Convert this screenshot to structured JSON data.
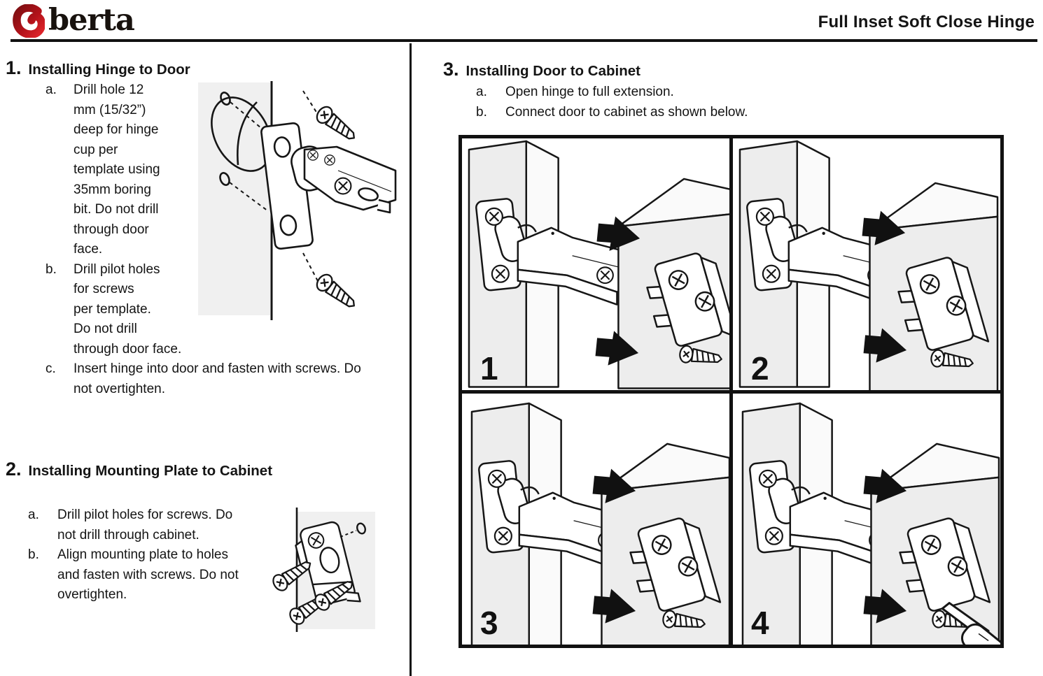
{
  "header": {
    "logo_text": "berta",
    "title": "Full Inset Soft Close Hinge"
  },
  "sections": [
    {
      "number": "1.",
      "heading": "Installing Hinge to Door",
      "steps": [
        {
          "label": "a.",
          "text": "Drill hole 12\nmm (15/32”)\ndeep for hinge\ncup per\ntemplate using\n35mm boring\nbit. Do not drill\nthrough door\nface."
        },
        {
          "label": "b.",
          "text": "Drill pilot holes\nfor screws\nper template.\nDo not drill\nthrough door face."
        },
        {
          "label": "c.",
          "text": "Insert hinge into door and fasten with screws. Do\nnot overtighten."
        }
      ]
    },
    {
      "number": "2.",
      "heading": "Installing Mounting Plate to Cabinet",
      "steps": [
        {
          "label": "a.",
          "text": "Drill pilot holes for screws. Do\nnot drill through cabinet."
        },
        {
          "label": "b.",
          "text": "Align mounting plate to holes\nand fasten with screws. Do not\novertighten."
        }
      ]
    },
    {
      "number": "3.",
      "heading": "Installing Door to Cabinet",
      "steps": [
        {
          "label": "a.",
          "text": "Open hinge to full extension."
        },
        {
          "label": "b.",
          "text": "Connect door to cabinet as shown below."
        }
      ]
    }
  ],
  "panels": [
    {
      "number": "1"
    },
    {
      "number": "2"
    },
    {
      "number": "3"
    },
    {
      "number": "4"
    }
  ],
  "icons": {
    "logo_mark": "red-swirl-brand-mark",
    "phillips_screw": "phillips-head-screw-front",
    "wood_screw": "countersunk-wood-screw-side",
    "arrow": "solid-black-right-arrow",
    "screwdriver": "screwdriver-tip"
  },
  "colors": {
    "ink": "#111111",
    "logo_red_dark": "#7d0f12",
    "logo_red": "#d8161f",
    "panel_gray": "#ededed",
    "door_gray": "#f0f0f0"
  }
}
